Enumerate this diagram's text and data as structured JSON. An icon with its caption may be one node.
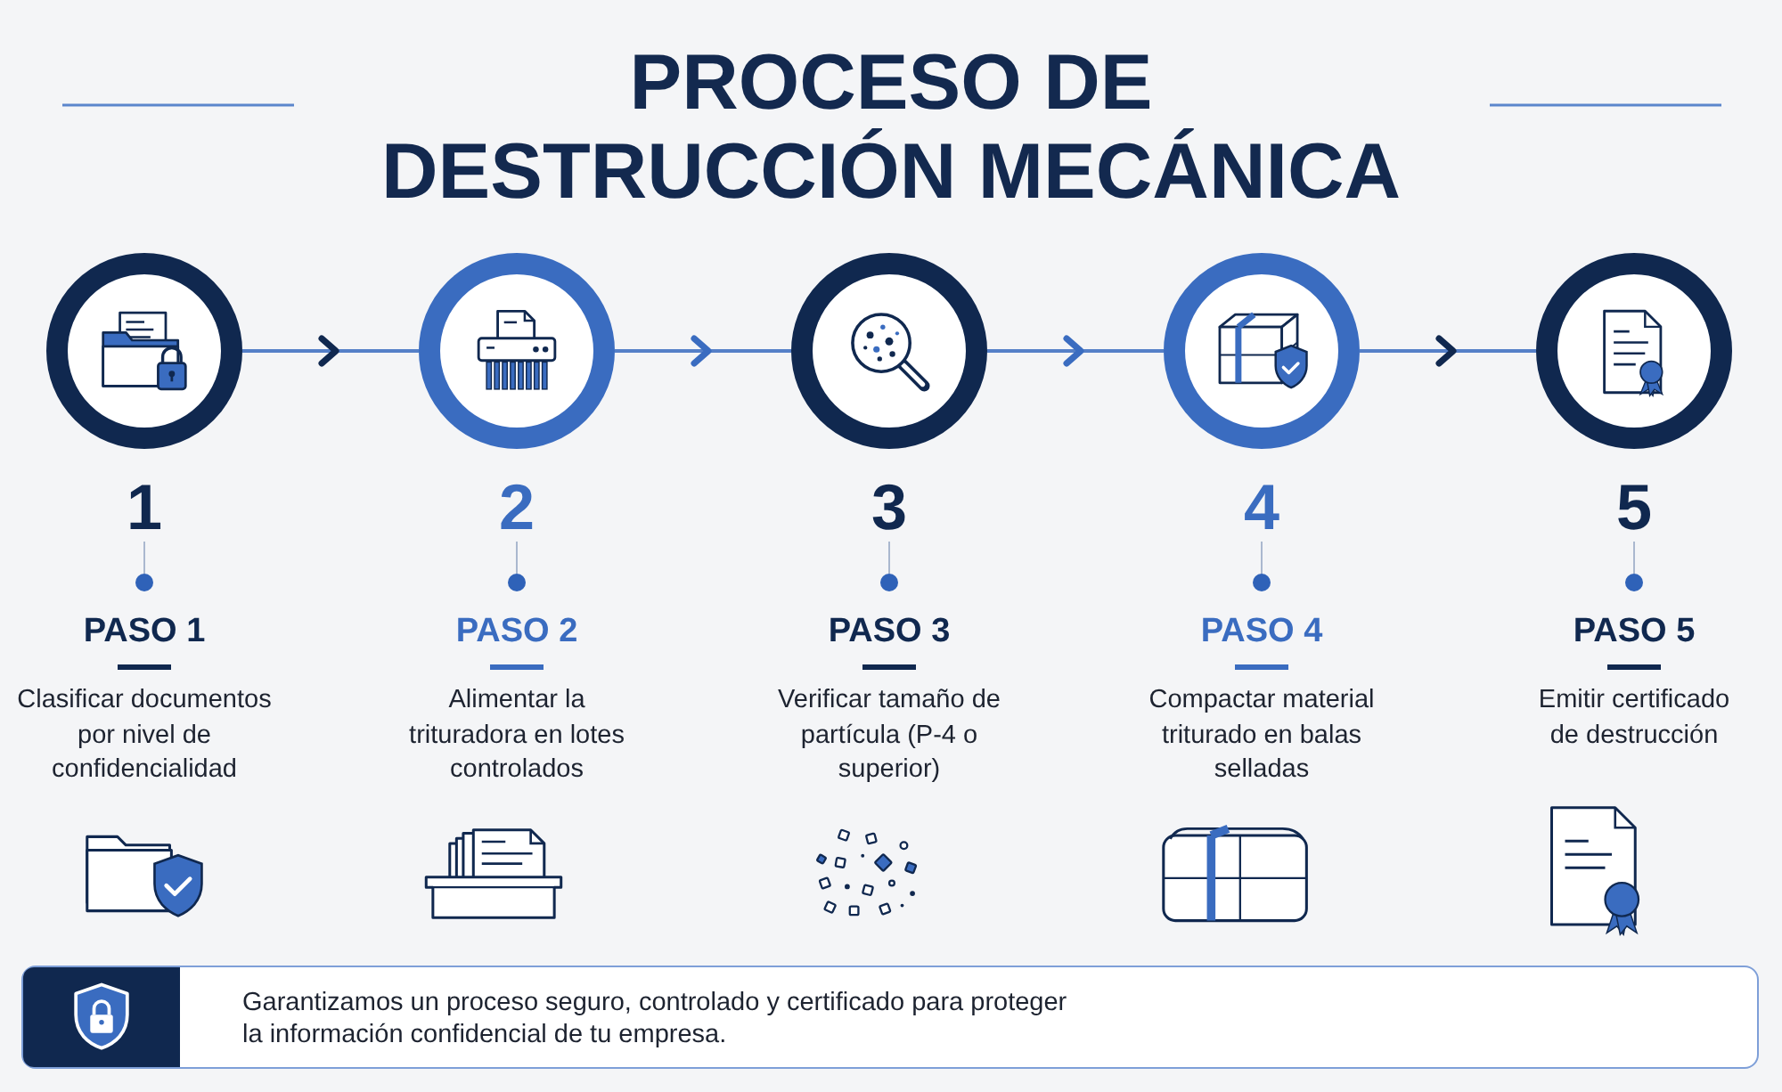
{
  "diagram": {
    "title": "PROCESO DE DESTRUCCIÓN MECÁNICA",
    "nodes": [
      {
        "text": [],
        "shape": "circle",
        "beside": [
          "1",
          "PASO 1",
          "Clasificar documentos por nivel de confidencialidad"
        ]
      },
      {
        "text": [],
        "shape": "circle",
        "beside": [
          "2",
          "PASO 2",
          "Alimentar la trituradora en lotes controlados"
        ]
      },
      {
        "text": [],
        "shape": "circle",
        "beside": [
          "3",
          "PASO 3",
          "Verificar tamaño de partícula (P-4 o superior)"
        ]
      },
      {
        "text": [],
        "shape": "circle",
        "beside": [
          "4",
          "PASO 4",
          "Compactar material triturado en balas selladas"
        ]
      },
      {
        "text": [],
        "shape": "circle",
        "beside": [
          "5",
          "PASO 5",
          "Emitir certificado de destrucción"
        ]
      },
      {
        "text": [
          "Garantizamos un proceso seguro, controlado y certificado para proteger la información confidencial de tu empresa."
        ]
      }
    ],
    "edges": [
      {
        "from": 0,
        "to": 1,
        "arrow": "to"
      },
      {
        "from": 1,
        "to": 2,
        "arrow": "to"
      },
      {
        "from": 2,
        "to": 3,
        "arrow": "to"
      },
      {
        "from": 3,
        "to": 4,
        "arrow": "to"
      }
    ]
  }
}
